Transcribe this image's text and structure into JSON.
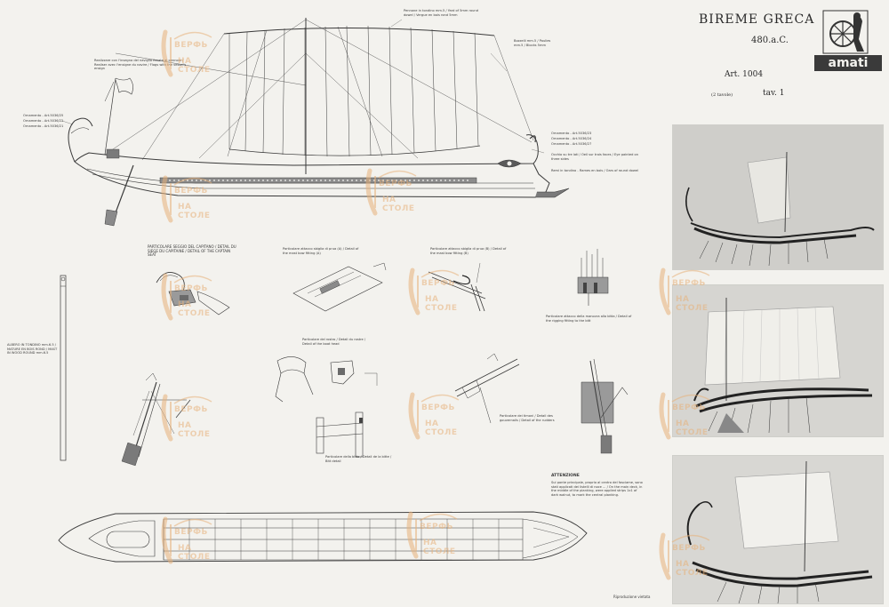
{
  "header": {
    "title": "BIREME GRECA",
    "date": "480.a.C.",
    "article": "Art. 1004",
    "sheet_count": "(2 tavole)",
    "table": "tav. 1"
  },
  "brand": {
    "logo_text": "amati"
  },
  "watermark": {
    "line1": "ВЕРФЬ",
    "line2": "НА СТОЛЕ"
  },
  "labels": {
    "sail_rig_note": "Pennone in tondino mm.5 / Yard of 5mm round dowel / Vergue en bois rond 5mm",
    "block_note": "Bozzelli mm.5 / Poulies mm.5 / Blocks 5mm",
    "flag_note": "Realizzare con l'insegna del naviglio fissata ai pennoni / Realiser avec l'ensigne du navire / Flags with the vessel's ensign",
    "ornament_left_1": "Ornamento - Art.5036/25",
    "ornament_left_2": "Ornamento - Art.5036/22",
    "ornament_left_3": "Ornamento - Art.5036/21",
    "ornament_right_1": "Ornamento - Art.5036/23",
    "ornament_right_2": "Ornamento - Art.5036/24",
    "ornament_right_3": "Ornamento - Art.5036/27",
    "eye_note": "Occhio su tre lati / Oeil sur trois faces / Eye painted on three sides",
    "oar_note": "Remi in tondino - Rames en bois / Oars of round dowel",
    "captain_seat": "PARTICOLARE SEGGIO DEL CAPITANO / DETAIL DU SIEGE DU CAPITAINE / DETAIL OF THE CAPTAIN SEAT",
    "mast_fitting_a": "Particolare attacco sbiglia di prua (A) / Detail of the mast bow fitting (A)",
    "mast_fitting_b": "Particolare attacco sbiglia di prua (B) / Detail of the mast bow fitting (B)",
    "rigging_fitting": "Particolare attacco della manovra alla bitta / Detail of the rigging fitting to the bitt",
    "ram_detail": "Particolare del rostro / Detail du rostre / Detail of the boat head",
    "rudder_detail": "Particolare dei timoni / Detail des gouvernails / Detail of the rudders",
    "bitt_detail": "Particolare della bitta / Detail de la bitte / Bitt detail",
    "mast_note": "ALBERO IN TONDINO mm.6.5 / MATURE EN BOIS ROND / MAST IN WOOD ROUND mm.6.5",
    "attention_title": "ATTENZIONE",
    "attention_text": "Sui ponte principale, proprio al centro del fasciame, sono stati applicati dei listelli di noce ... / On the main deck, in the middle of the planking, were applied strips 1x1 of dark walnut, to mark the central planking.",
    "reproduction": "Riproduzione vietata"
  },
  "colors": {
    "paper": "#f3f2ee",
    "ink": "#3a3a3a",
    "watermark": "#e8b27a",
    "photo_bg": "#d9d8d4"
  }
}
